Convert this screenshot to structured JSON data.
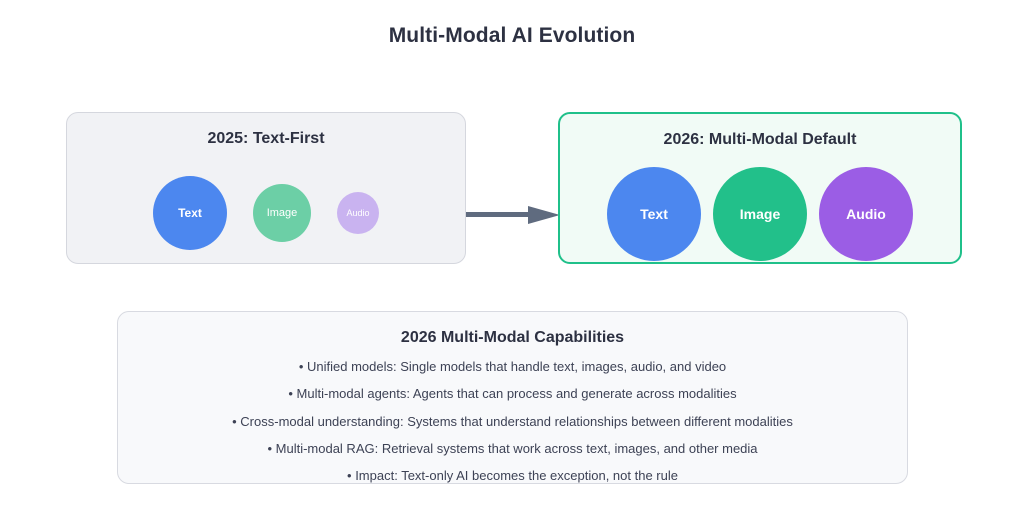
{
  "page": {
    "title": "Multi-Modal AI Evolution"
  },
  "colors": {
    "title_text": "#2d3142",
    "before_panel_bg": "#f1f2f5",
    "before_panel_border": "#d5d7de",
    "after_panel_bg": "#f1fbf6",
    "after_panel_border": "#1fc08a",
    "capabilities_bg": "#f8f9fb",
    "capabilities_border": "#d8dae1",
    "arrow": "#5f6b7f",
    "blue": "#4c87ef",
    "green_muted": "#6ccfa6",
    "green_vivid": "#22c08a",
    "purple_pale": "#c9b3f0",
    "purple_vivid": "#9b5de5"
  },
  "before_stage": {
    "title": "2025: Text-First",
    "bubbles": [
      {
        "label": "Text",
        "color": "#4c87ef"
      },
      {
        "label": "Image",
        "color": "#6ccfa6"
      },
      {
        "label": "Audio",
        "color": "#c9b3f0"
      }
    ]
  },
  "after_stage": {
    "title": "2026: Multi-Modal Default",
    "bubbles": [
      {
        "label": "Text",
        "color": "#4c87ef"
      },
      {
        "label": "Image",
        "color": "#22c08a"
      },
      {
        "label": "Audio",
        "color": "#9b5de5"
      }
    ]
  },
  "connector": {
    "icon": "arrow-right-icon"
  },
  "capabilities": {
    "title": "2026 Multi-Modal Capabilities",
    "items": [
      "• Unified models: Single models that handle text, images, audio, and video",
      "• Multi-modal agents: Agents that can process and generate across modalities",
      "• Cross-modal understanding: Systems that understand relationships between different modalities",
      "• Multi-modal RAG: Retrieval systems that work across text, images, and other media",
      "• Impact: Text-only AI becomes the exception, not the rule"
    ]
  }
}
